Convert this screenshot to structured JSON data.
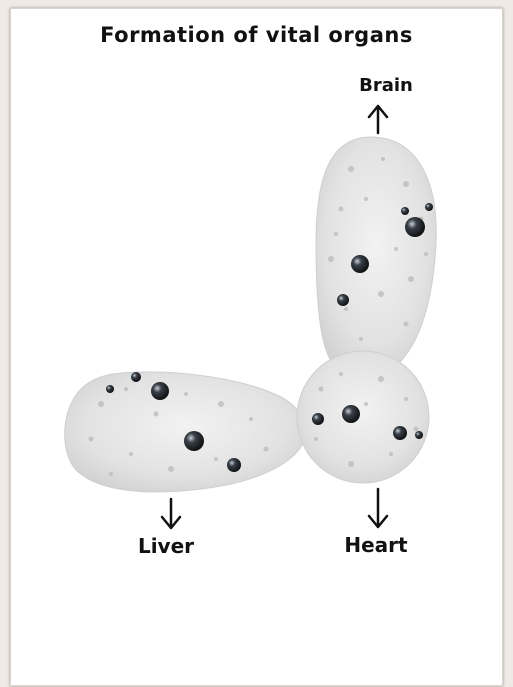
{
  "title": "Formation of vital organs",
  "organs": {
    "brain": "Brain",
    "liver": "Liver",
    "heart": "Heart"
  },
  "colors": {
    "background": "#efeae4",
    "panel": "#ffffff",
    "text": "#111111",
    "organ_fill": "#e6e6e6"
  }
}
